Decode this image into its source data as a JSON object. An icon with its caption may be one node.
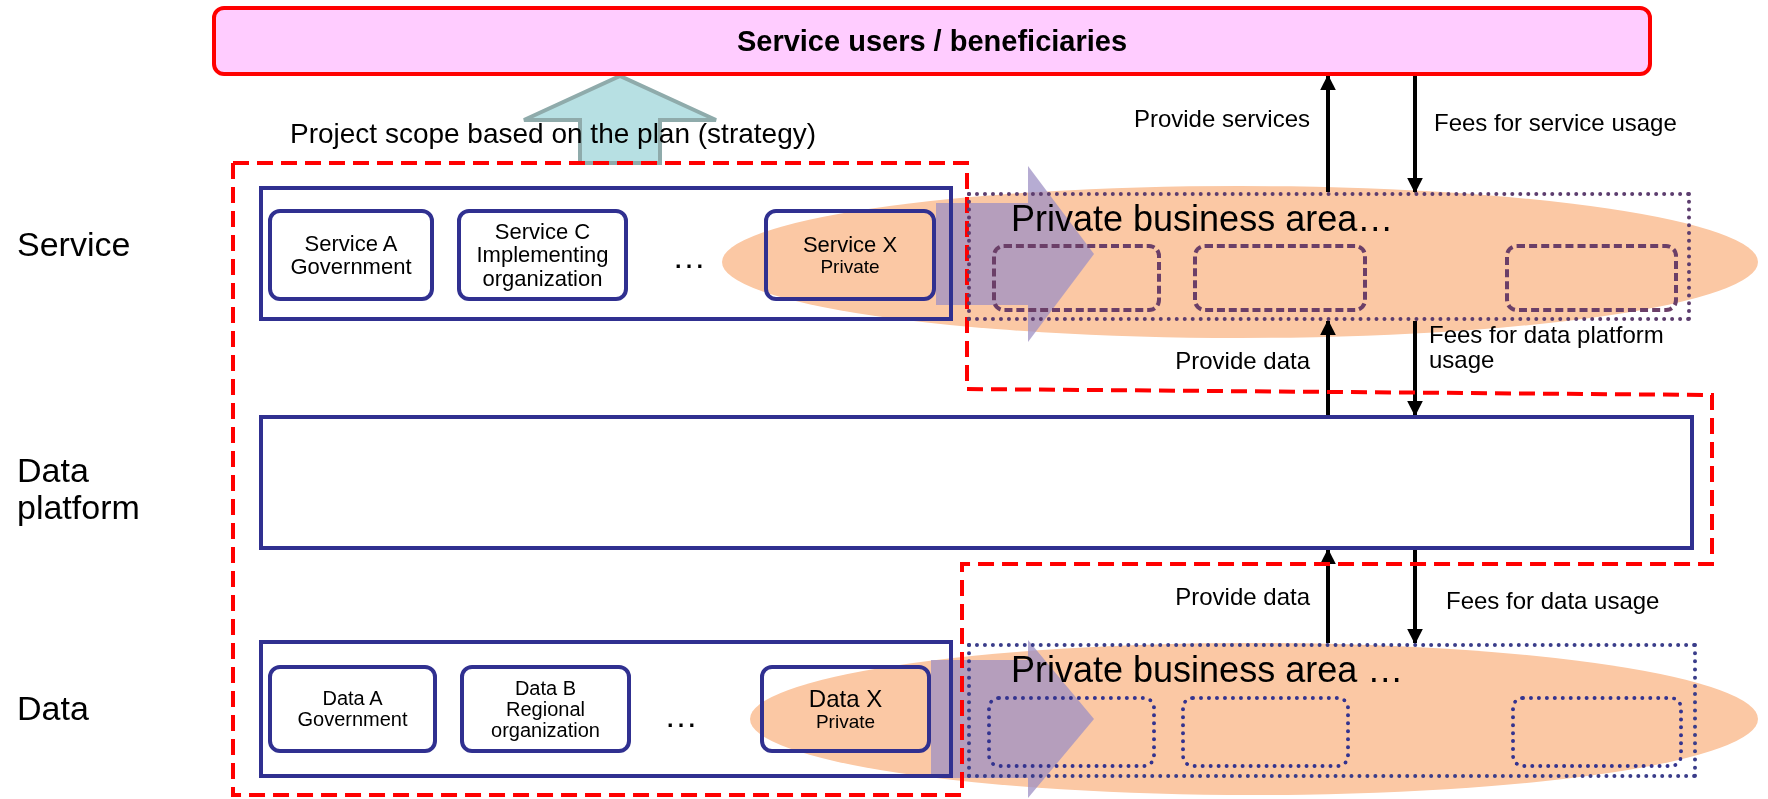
{
  "diagram": {
    "nodes": [
      {
        "text": [
          "Service users / beneficiaries"
        ]
      },
      {
        "text": [
          "Project scope based on the plan (strategy)"
        ]
      },
      {
        "text": [],
        "shape": "box",
        "in": 1
      },
      {
        "text": [
          "Service A",
          "Government"
        ],
        "in": 2
      },
      {
        "text": [
          "Service C",
          "Implementing organization"
        ],
        "in": 2
      },
      {
        "text": [
          "Service X",
          "Private"
        ],
        "in": 2
      },
      {
        "text": [
          "Private business area…"
        ]
      },
      {
        "text": [],
        "shape": "box",
        "in": 6
      },
      {
        "text": [],
        "shape": "box",
        "in": 6
      },
      {
        "text": [],
        "shape": "box",
        "in": 6
      },
      {
        "text": [],
        "shape": "box",
        "in": 1
      },
      {
        "text": [],
        "shape": "box",
        "in": 1
      },
      {
        "text": [
          "Data A",
          "Government"
        ],
        "in": 11
      },
      {
        "text": [
          "Data B",
          "Regional organization"
        ],
        "in": 11
      },
      {
        "text": [
          "Data X",
          "Private"
        ],
        "in": 11
      },
      {
        "text": [
          "Private business area …"
        ]
      },
      {
        "text": [],
        "shape": "box",
        "in": 15
      },
      {
        "text": [],
        "shape": "box",
        "in": 15
      },
      {
        "text": [],
        "shape": "box",
        "in": 15
      }
    ],
    "edges": [
      {
        "from": 1,
        "to": 0,
        "arrow": "to",
        "style": "thick",
        "color": "#b7e0e3"
      },
      {
        "from": 6,
        "to": 0,
        "arrow": "to",
        "label": "Provide services"
      },
      {
        "from": 0,
        "to": 6,
        "arrow": "to",
        "label": "Fees for service usage"
      },
      {
        "from": 10,
        "to": 6,
        "arrow": "to",
        "label": "Provide data"
      },
      {
        "from": 6,
        "to": 10,
        "arrow": "to",
        "label": "Fees for data platform usage"
      },
      {
        "from": 5,
        "to": 6,
        "arrow": "to",
        "style": "thick",
        "color": "#9d90c4"
      },
      {
        "from": 15,
        "to": 10,
        "arrow": "to",
        "label": "Provide data"
      },
      {
        "from": 10,
        "to": 15,
        "arrow": "to",
        "label": "Fees for data usage"
      },
      {
        "from": 14,
        "to": 15,
        "arrow": "to",
        "style": "thick",
        "color": "#9d90c4"
      }
    ],
    "labels": [
      "Service",
      "…",
      "Data platform",
      "Data",
      "…"
    ]
  }
}
